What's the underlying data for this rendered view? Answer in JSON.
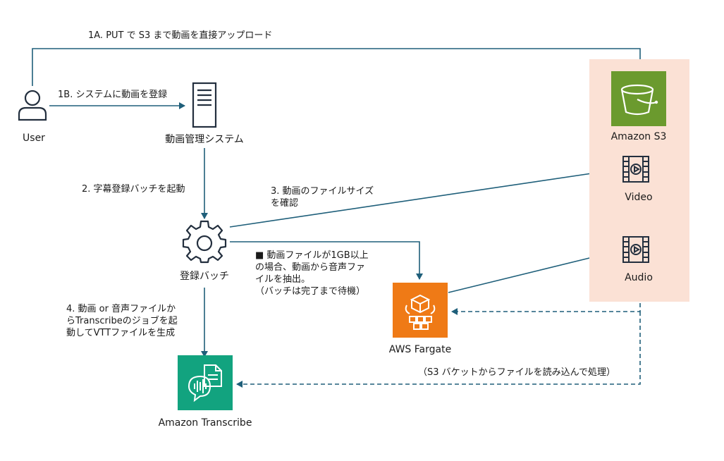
{
  "actors": {
    "user": {
      "label": "User",
      "icon": "user-icon"
    },
    "video_system": {
      "label": "動画管理システム",
      "icon": "server-icon"
    },
    "batch": {
      "label": "登録バッチ",
      "icon": "gear-icon"
    },
    "fargate": {
      "label": "AWS Fargate",
      "icon": "fargate-icon",
      "color": "#ef7a16"
    },
    "transcribe": {
      "label": "Amazon Transcribe",
      "icon": "transcribe-icon",
      "color": "#12a37f"
    },
    "s3": {
      "label": "Amazon S3",
      "icon": "bucket-icon",
      "color": "#6b9a2e",
      "zone_color": "#fbe1d5"
    },
    "video": {
      "label": "Video",
      "icon": "video-file-icon"
    },
    "audio": {
      "label": "Audio",
      "icon": "video-file-icon"
    }
  },
  "edges": {
    "upload_direct": "1A. PUT で S3 まで動画を直接アップロード",
    "register_video": "1B. システムに動画を登録",
    "start_batch": "2. 字幕登録バッチを起動",
    "check_size": [
      "3. 動画のファイルサイズ",
      "を確認"
    ],
    "extract_audio": [
      "■ 動画ファイルが1GB以上",
      "の場合、動画から音声ファ",
      "イルを抽出。",
      "（バッチは完了まで待機）"
    ],
    "create_job": [
      "4. 動画 or 音声ファイルか",
      "らTranscribeのジョブを起",
      "動してVTTファイルを生成"
    ],
    "read_files": "（S3 バケットからファイルを読み込んで処理）"
  },
  "style": {
    "arrow_color": "#1f5f7a",
    "outline_color": "#232f3e"
  }
}
